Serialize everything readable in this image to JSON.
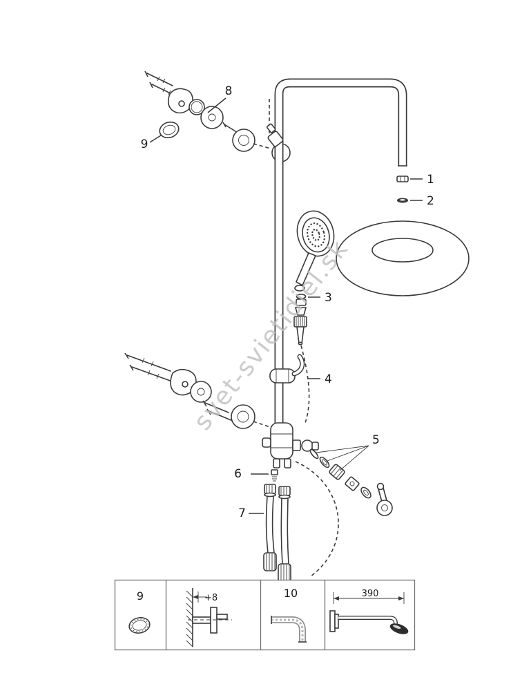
{
  "watermark": "svet-svietidiel.sk",
  "diagram": {
    "callouts": [
      {
        "label": "1"
      },
      {
        "label": "2"
      },
      {
        "label": "3"
      },
      {
        "label": "4"
      },
      {
        "label": "5"
      },
      {
        "label": "6"
      },
      {
        "label": "7"
      },
      {
        "label": "8"
      },
      {
        "label": "9"
      }
    ]
  },
  "detail_panel": {
    "cells": [
      {
        "label": "9",
        "icon": "gasket-icon"
      },
      {
        "label": "+8",
        "icon": "wall-offset-dimension-icon"
      },
      {
        "label": "10",
        "icon": "shower-arm-icon"
      },
      {
        "label": "390",
        "icon": "arm-length-dimension-icon"
      }
    ]
  },
  "colors": {
    "line": "#3a3a3a",
    "watermark": "#bfbfbf",
    "panel_border": "#707070",
    "metal_gray": "#8f8f8f"
  }
}
